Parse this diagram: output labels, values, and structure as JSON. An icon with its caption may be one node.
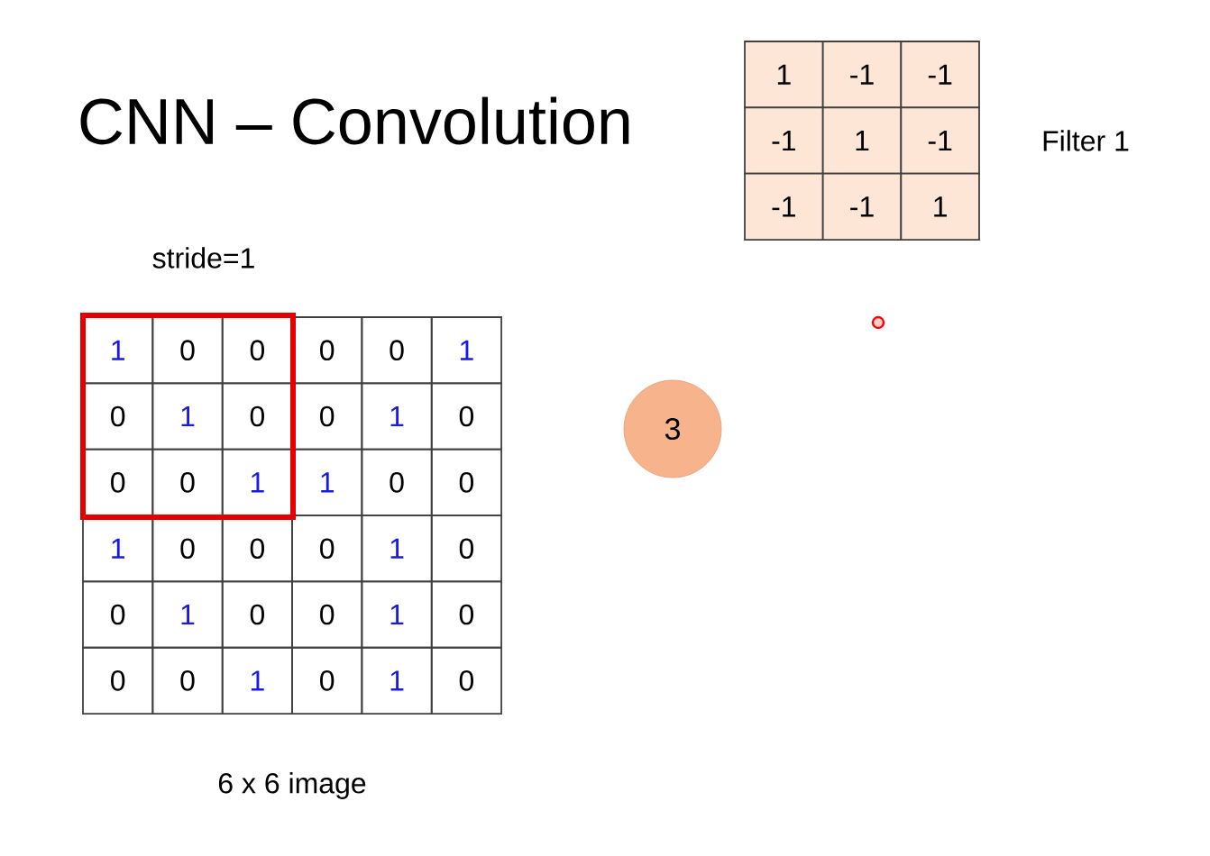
{
  "diagram": {
    "title": "CNN – Convolution",
    "nodes": [
      {
        "text": [
          "3"
        ]
      }
    ],
    "labels": [
      "1",
      "-1",
      "-1",
      "-1",
      "1",
      "-1",
      "-1",
      "-1",
      "1",
      "Filter 1",
      "stride=1",
      "1",
      "0",
      "0",
      "0",
      "0",
      "1",
      "0",
      "1",
      "0",
      "0",
      "1",
      "0",
      "0",
      "0",
      "1",
      "1",
      "0",
      "0",
      "1",
      "0",
      "0",
      "0",
      "1",
      "0",
      "0",
      "1",
      "0",
      "0",
      "1",
      "0",
      "0",
      "0",
      "1",
      "0",
      "1",
      "0",
      "6 x 6 image"
    ]
  }
}
